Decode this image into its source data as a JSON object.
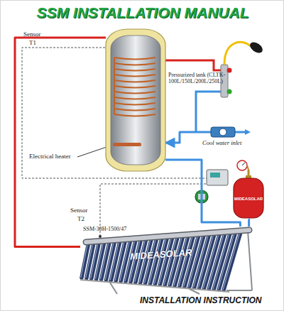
{
  "diagram": {
    "title": "SSM INSTALLATION MANUAL",
    "caption": "INSTALLATION INSTRUCTION",
    "nodes": [
      {
        "text": [
          "Pressurized tank (CLTK-100L/150L/200L/250L)"
        ]
      },
      {
        "text": [
          "Cool water inlet"
        ]
      },
      {
        "text": [
          "MIDEASOLAR"
        ]
      },
      {
        "text": [
          "SSM-30H-1500/47",
          "MIDEASOLAR"
        ]
      }
    ],
    "edges": [
      {
        "from": 3,
        "to": 0,
        "arrow": "none"
      },
      {
        "from": 0,
        "to": 3,
        "arrow": "none"
      },
      {
        "from": 1,
        "to": 0,
        "arrow": "to"
      },
      {
        "from": 2,
        "to": 3,
        "arrow": "none"
      }
    ],
    "labels": [
      "Sensor",
      "T1",
      "Electrical heater",
      "Sensor",
      "T2"
    ]
  }
}
